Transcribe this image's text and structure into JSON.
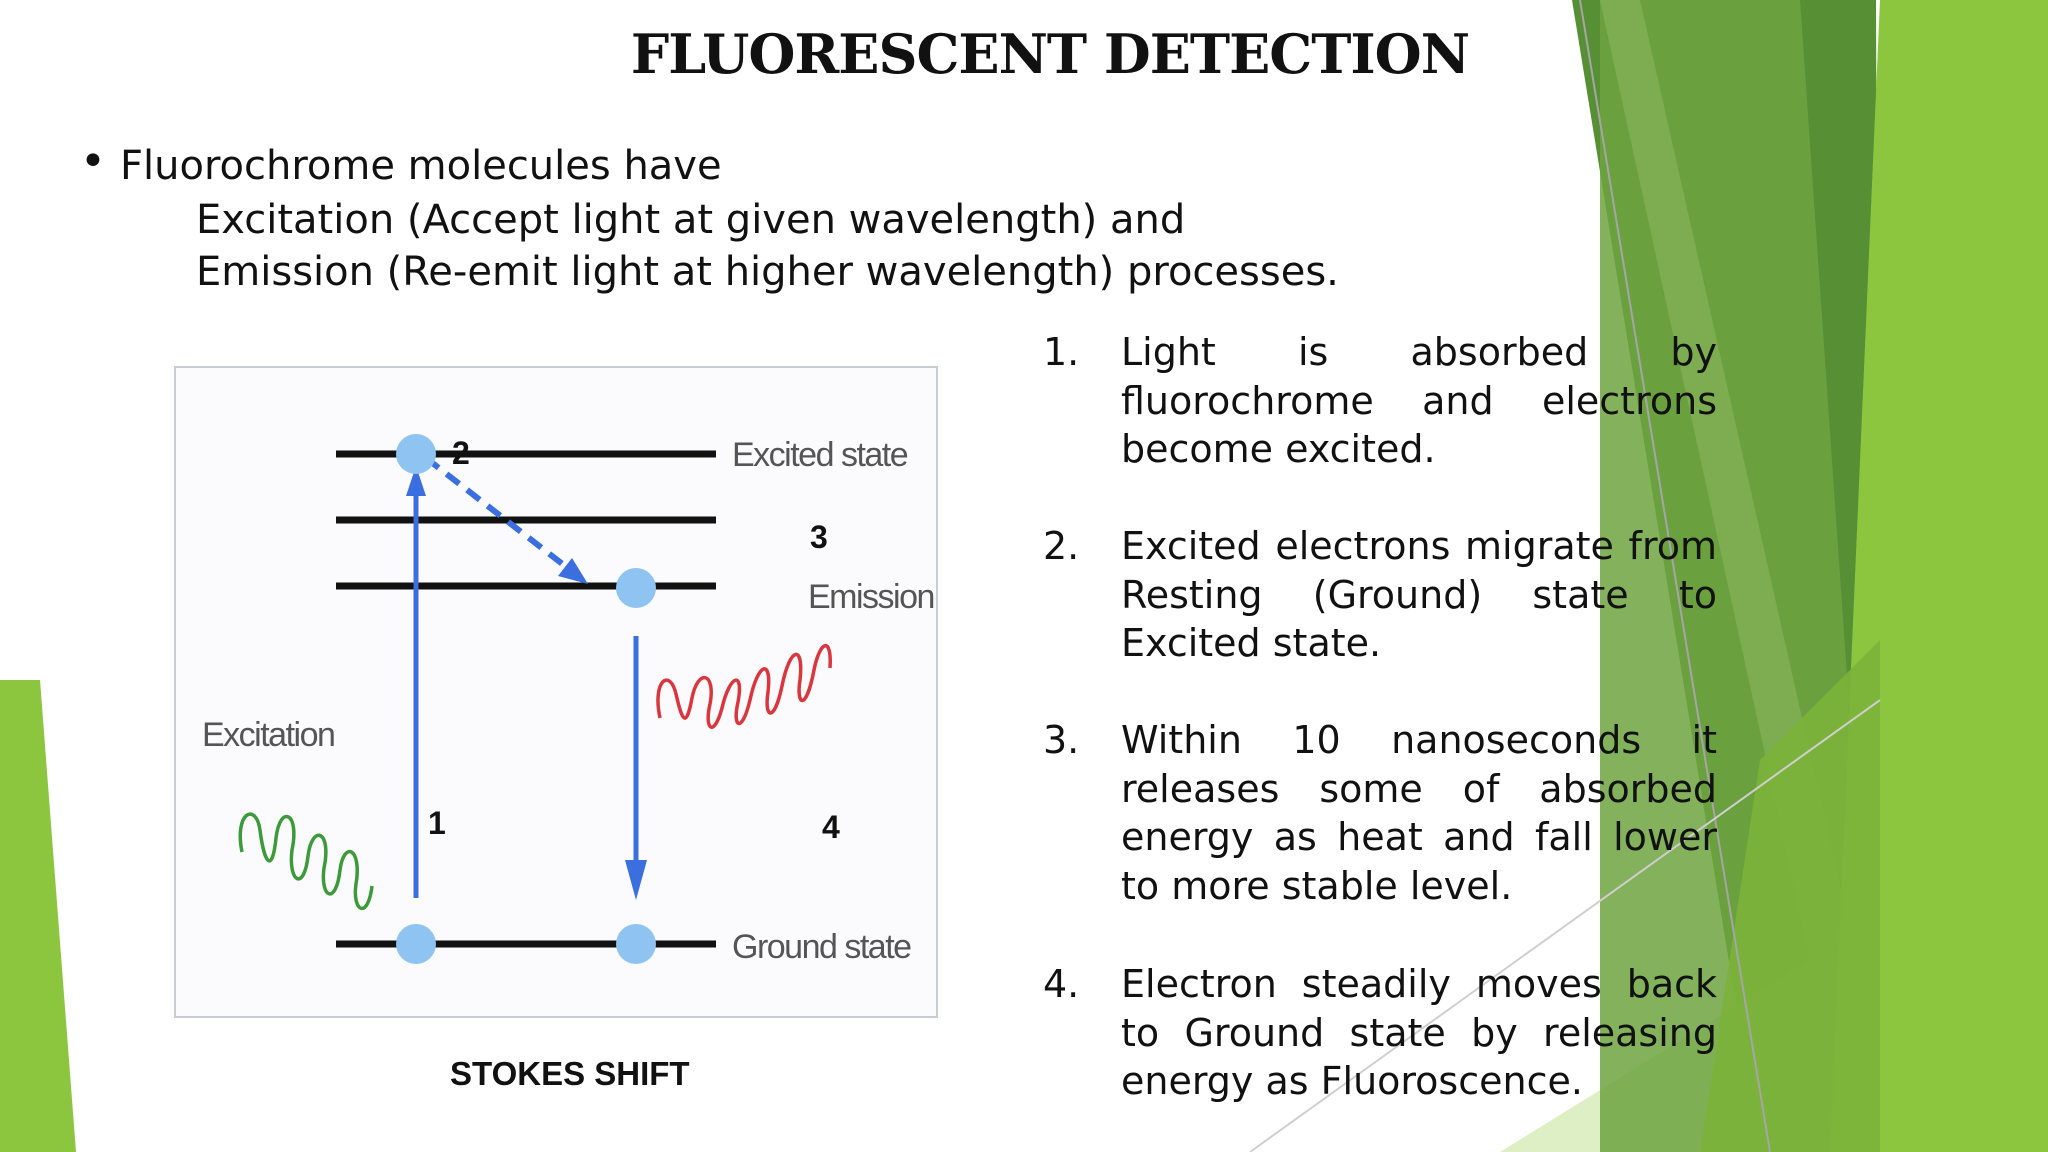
{
  "slide": {
    "title": "FLUORESCENT  DETECTION",
    "bullet": "•",
    "intro": [
      "Fluorochrome molecules have",
      "Excitation (Accept light at given wavelength) and",
      "Emission (Re-emit light at higher wavelength) processes."
    ]
  },
  "diagram": {
    "labels": {
      "excited_state": "Excited state",
      "emission": "Emission",
      "excitation": "Excitation",
      "ground_state": "Ground state"
    },
    "numbers": [
      "1",
      "2",
      "3",
      "4"
    ],
    "caption": "STOKES SHIFT",
    "colors": {
      "arrow": "#3b6fe0",
      "electron": "#8ec3f2",
      "excitation_wave": "#3c9a3a",
      "emission_wave": "#d9363e",
      "level_line": "#111111"
    }
  },
  "steps": [
    {
      "num": "1.",
      "text": "Light is absorbed by fluorochrome and electrons become excited."
    },
    {
      "num": "2.",
      "text": " Excited electrons migrate from Resting (Ground) state to Excited state."
    },
    {
      "num": "3.",
      "text": " Within 10 nanoseconds it releases some of absorbed energy as heat and fall lower to more stable level."
    },
    {
      "num": "4.",
      "text": " Electron steadily moves back to Ground state by releasing energy as Fluoroscence."
    }
  ],
  "theme": {
    "green_dark": "#4f8f2e",
    "green_mid": "#72a83c",
    "green_light": "#8cc63f",
    "green_pale": "#cfe6a8"
  }
}
